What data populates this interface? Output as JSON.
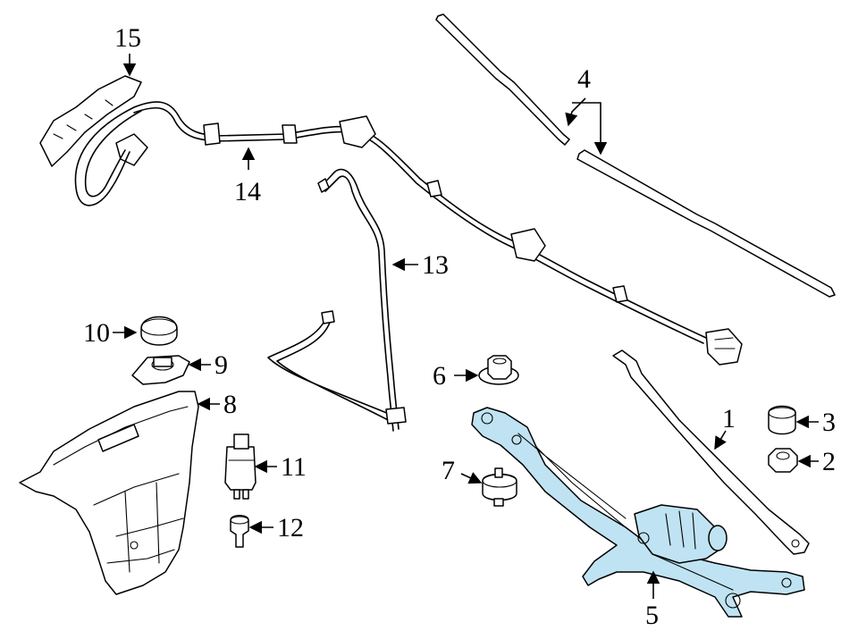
{
  "callouts": {
    "c1": "1",
    "c2": "2",
    "c3": "3",
    "c4": "4",
    "c5": "5",
    "c6": "6",
    "c7": "7",
    "c8": "8",
    "c9": "9",
    "c10": "10",
    "c11": "11",
    "c12": "12",
    "c13": "13",
    "c14": "14",
    "c15": "15"
  },
  "colors": {
    "highlight": "#bfe3f2",
    "line": "#000000",
    "background": "#ffffff"
  }
}
